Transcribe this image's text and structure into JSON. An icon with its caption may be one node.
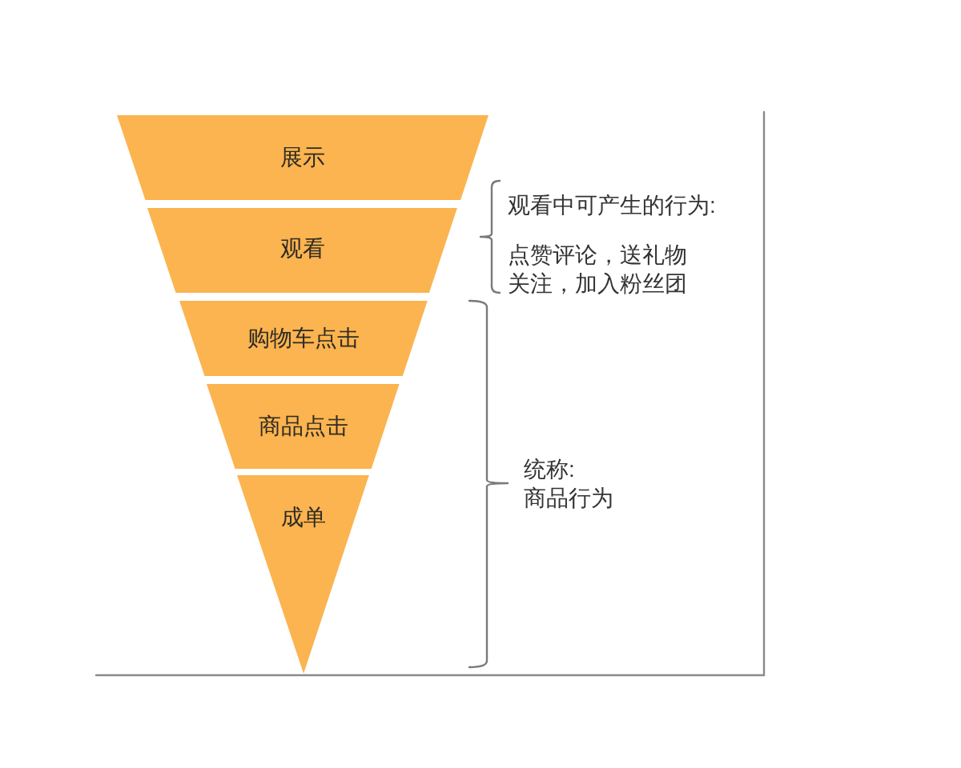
{
  "diagram": {
    "nodes": [
      {
        "text": [
          "展示"
        ]
      },
      {
        "text": [
          "观看"
        ]
      },
      {
        "text": [
          "购物车点击"
        ]
      },
      {
        "text": [
          "商品点击"
        ]
      },
      {
        "text": [
          "成单"
        ]
      }
    ],
    "labels": [
      "观看中可产生的行为:",
      "点赞评论，送礼物关注，加入粉丝团",
      "统称:",
      "商品行为"
    ]
  }
}
